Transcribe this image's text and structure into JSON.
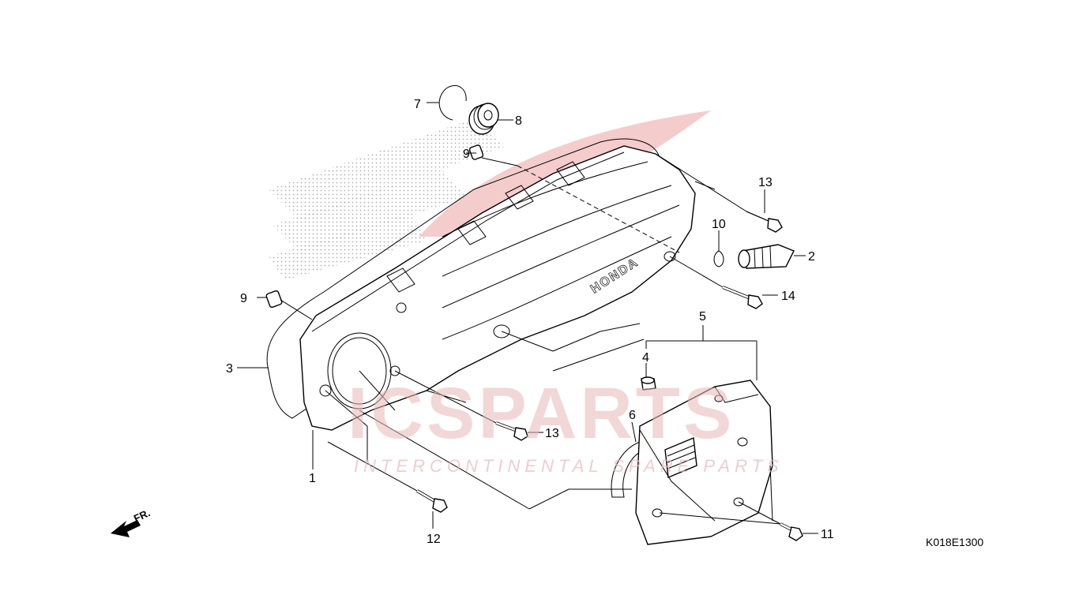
{
  "diagram": {
    "code": "K018E1300",
    "front_marker": "FR.",
    "cover_brand": "HONDA",
    "watermark": {
      "big_text": "ICSPARTS",
      "small_text": "INTERCONTINENTAL SPARE PARTS"
    },
    "callouts": {
      "c1": "1",
      "c2": "2",
      "c3": "3",
      "c4": "4",
      "c5": "5",
      "c6": "6",
      "c7": "7",
      "c8": "8",
      "c9a": "9",
      "c9b": "9",
      "c10": "10",
      "c11": "11",
      "c12": "12",
      "c13a": "13",
      "c13b": "13",
      "c14": "14"
    },
    "colors": {
      "line": "#000000",
      "watermark": "#e8b8b8"
    }
  }
}
